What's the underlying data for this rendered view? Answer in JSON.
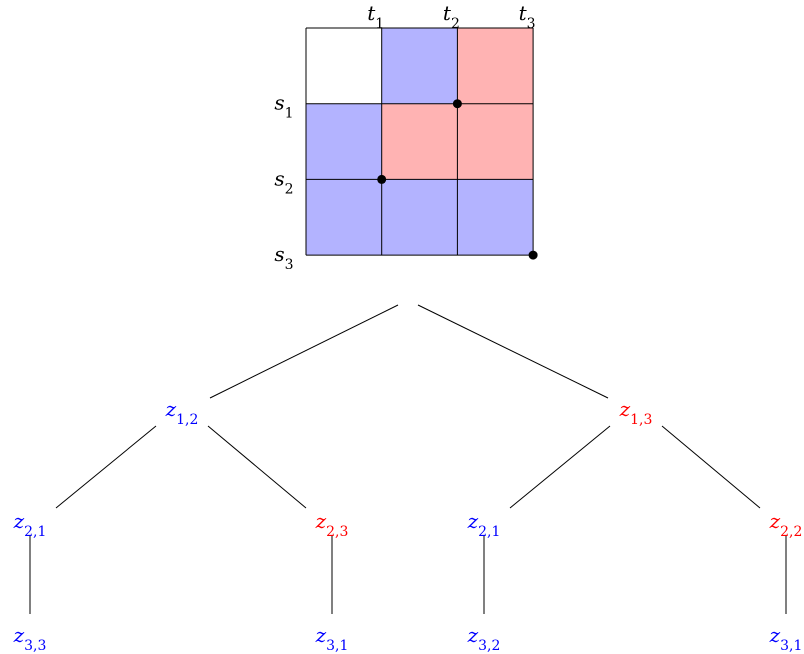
{
  "colors": {
    "blue_fill": "#b3b3ff",
    "red_fill": "#ffb3b3",
    "white_fill": "#ffffff",
    "blue_text": "#0000ff",
    "red_text": "#ff0000",
    "line": "#000000"
  },
  "grid": {
    "col_labels": [
      {
        "base": "t",
        "sub": "1"
      },
      {
        "base": "t",
        "sub": "2"
      },
      {
        "base": "t",
        "sub": "3"
      }
    ],
    "row_labels": [
      {
        "base": "s",
        "sub": "1"
      },
      {
        "base": "s",
        "sub": "2"
      },
      {
        "base": "s",
        "sub": "3"
      }
    ],
    "cells": [
      [
        "white",
        "blue",
        "red"
      ],
      [
        "blue",
        "red",
        "red"
      ],
      [
        "blue",
        "blue",
        "blue"
      ]
    ],
    "dots": [
      {
        "after_col": 2,
        "after_row": 1
      },
      {
        "after_col": 1,
        "after_row": 2
      },
      {
        "after_col": 3,
        "after_row": 3
      }
    ]
  },
  "tree": {
    "root": {
      "base": "",
      "sub": "",
      "color": "none"
    },
    "level1": [
      {
        "base": "z",
        "sub": "1,2",
        "color": "blue"
      },
      {
        "base": "z",
        "sub": "1,3",
        "color": "red"
      }
    ],
    "level2": [
      {
        "base": "z",
        "sub": "2,1",
        "color": "blue",
        "parent": 0
      },
      {
        "base": "z",
        "sub": "2,3",
        "color": "red",
        "parent": 0
      },
      {
        "base": "z",
        "sub": "2,1",
        "color": "blue",
        "parent": 1
      },
      {
        "base": "z",
        "sub": "2,2",
        "color": "red",
        "parent": 1
      }
    ],
    "level3": [
      {
        "base": "z",
        "sub": "3,3",
        "color": "blue",
        "parent": 0
      },
      {
        "base": "z",
        "sub": "3,1",
        "color": "blue",
        "parent": 1
      },
      {
        "base": "z",
        "sub": "3,2",
        "color": "blue",
        "parent": 2
      },
      {
        "base": "z",
        "sub": "3,1",
        "color": "blue",
        "parent": 3
      }
    ]
  }
}
